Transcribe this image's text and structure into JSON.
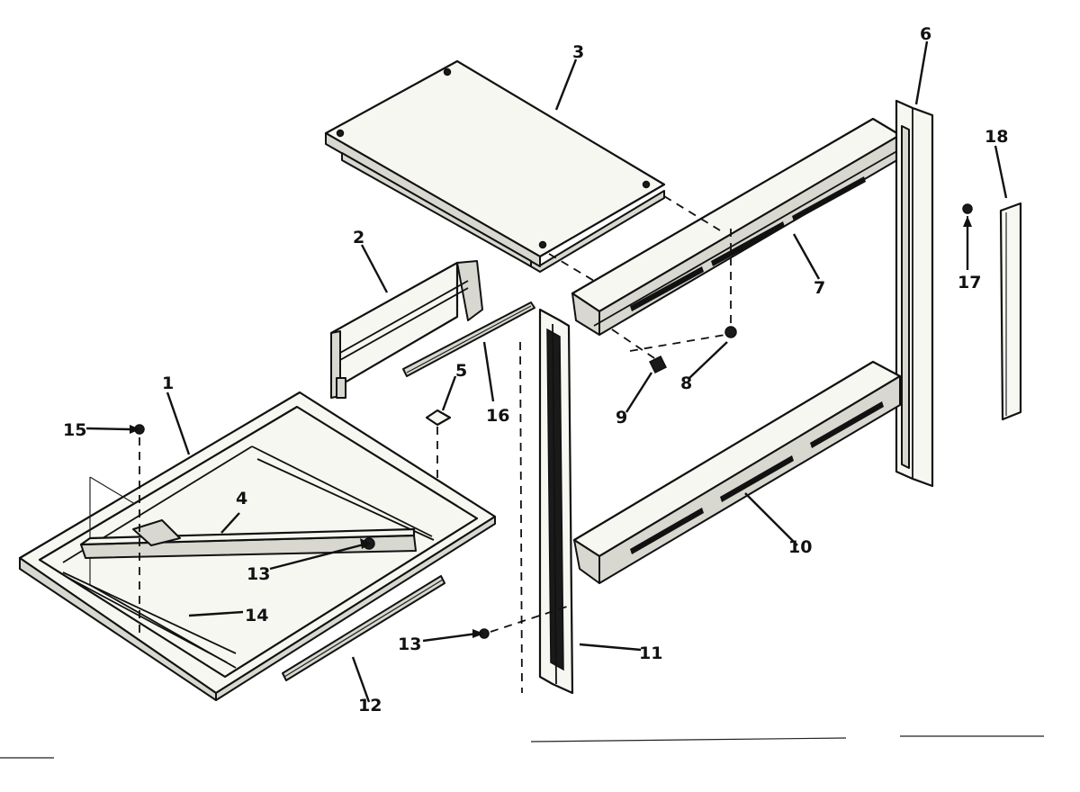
{
  "callouts": {
    "c1": "1",
    "c2": "2",
    "c3": "3",
    "c4": "4",
    "c5": "5",
    "c6": "6",
    "c7": "7",
    "c8": "8",
    "c9": "9",
    "c10": "10",
    "c11": "11",
    "c12": "12",
    "c13a": "13",
    "c13b": "13",
    "c14": "14",
    "c15": "15",
    "c16": "16",
    "c17": "17",
    "c18": "18"
  }
}
